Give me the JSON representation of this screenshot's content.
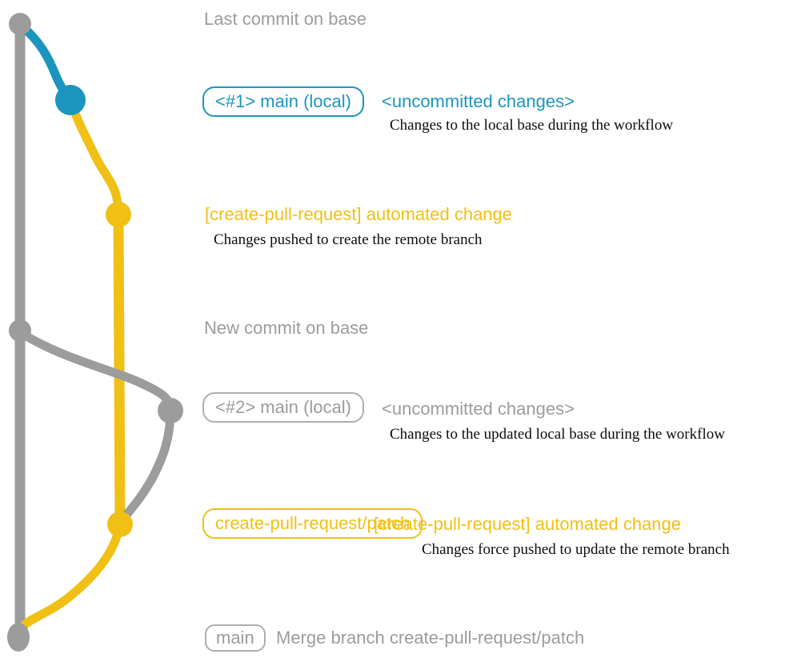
{
  "colors": {
    "gray": "#9c9c9c",
    "gray_light": "#aeaeae",
    "blue": "#1b95be",
    "yellow": "#f0c015",
    "ink": "#0d0d0d"
  },
  "graph": {
    "branches": [
      "base",
      "main (local)",
      "create-pull-request/patch"
    ],
    "nodes": [
      {
        "id": "last-commit-on-base",
        "color": "gray"
      },
      {
        "id": "main-local-1",
        "color": "blue"
      },
      {
        "id": "remote-branch-commit-1",
        "color": "yellow"
      },
      {
        "id": "new-commit-on-base",
        "color": "gray"
      },
      {
        "id": "main-local-2",
        "color": "gray"
      },
      {
        "id": "remote-branch-commit-2",
        "color": "yellow"
      },
      {
        "id": "merge-commit",
        "color": "gray"
      }
    ]
  },
  "annotations": {
    "last_commit": "Last commit on base",
    "row1_badge": "<#1> main (local)",
    "row1_title": "<uncommitted changes>",
    "row1_note": "Changes to the local base during the workflow",
    "row2_title": "[create-pull-request] automated change",
    "row2_note": "Changes pushed to create the remote branch",
    "new_commit": "New commit on base",
    "row3_badge": "<#2> main (local)",
    "row3_title": "<uncommitted changes>",
    "row3_note": "Changes to the updated local base during the workflow",
    "row4_badge": "create-pull-request/patch",
    "row4_title": "[create-pull-request] automated change",
    "row4_note": "Changes force pushed to update the remote branch",
    "merge_badge": "main",
    "merge_label": "Merge branch create-pull-request/patch"
  }
}
